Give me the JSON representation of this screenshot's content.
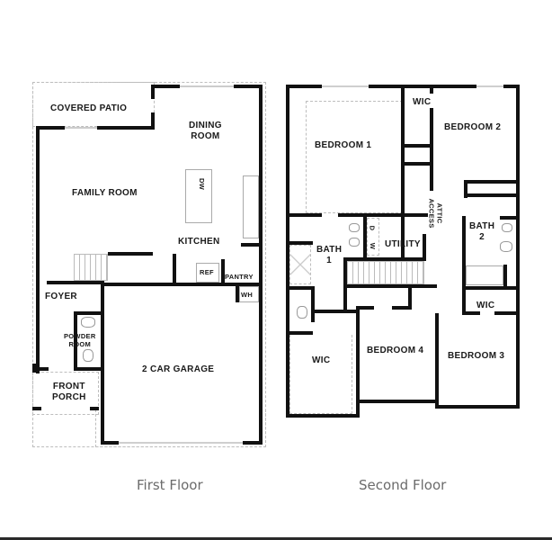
{
  "first_floor": {
    "caption": "First Floor",
    "rooms": {
      "covered_patio": "COVERED PATIO",
      "dining_room_1": "DINING",
      "dining_room_2": "ROOM",
      "family_room": "FAMILY ROOM",
      "kitchen": "KITCHEN",
      "ref": "REF",
      "pantry": "PANTRY",
      "wh": "WH",
      "dw": "DW",
      "foyer": "FOYER",
      "powder_room_1": "POWDER",
      "powder_room_2": "ROOM",
      "front_porch_1": "FRONT",
      "front_porch_2": "PORCH",
      "garage": "2 CAR GARAGE"
    }
  },
  "second_floor": {
    "caption": "Second Floor",
    "rooms": {
      "bedroom_1": "BEDROOM 1",
      "wic_top": "WIC",
      "bedroom_2": "BEDROOM 2",
      "attic_access_1": "ATTIC",
      "attic_access_2": "ACCESS",
      "bath_1_a": "BATH",
      "bath_1_b": "1",
      "dryer": "D",
      "washer": "W",
      "utility": "UTILITY",
      "bath_2_a": "BATH",
      "bath_2_b": "2",
      "wic_left": "WIC",
      "bedroom_4": "BEDROOM 4",
      "wic_right": "WIC",
      "bedroom_3": "BEDROOM 3"
    }
  },
  "colors": {
    "wall": "#111111",
    "caption": "#6b6b6b",
    "dashed": "#bdbdbd"
  }
}
